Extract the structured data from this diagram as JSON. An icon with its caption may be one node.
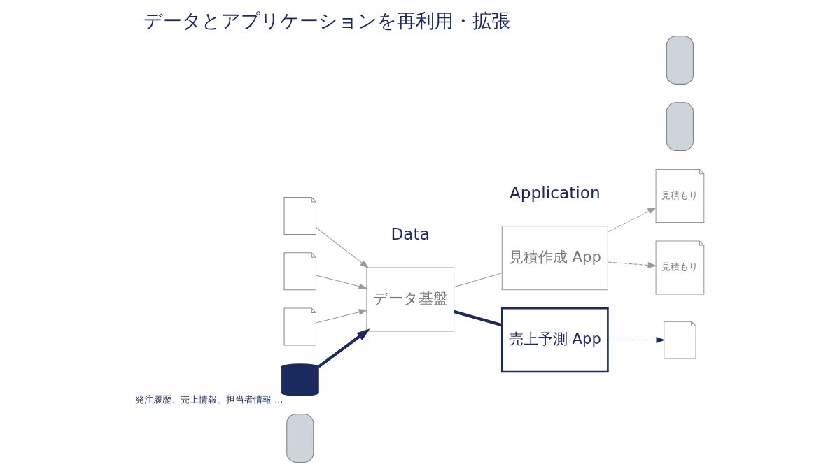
{
  "diagram": {
    "title": "データとアプリケーションを再利用・拡張",
    "nodes": [
      {
        "text": [],
        "shape": "person"
      },
      {
        "text": [],
        "shape": "picture"
      },
      {
        "text": [],
        "shape": "picture"
      },
      {
        "text": [],
        "shape": "picture"
      },
      {
        "text": [],
        "shape": "cylinder",
        "beside": [
          "発注履歴、売上情報、担当者情報 ..."
        ]
      },
      {
        "text": [
          "データ基盤"
        ]
      },
      {
        "text": [
          "見積作成 App"
        ]
      },
      {
        "text": [
          "売上予測 App"
        ]
      },
      {
        "text": [
          "見積もり"
        ]
      },
      {
        "text": [
          "見積もり"
        ]
      },
      {
        "text": [],
        "shape": "picture"
      },
      {
        "text": [],
        "shape": "person"
      },
      {
        "text": [],
        "shape": "person"
      }
    ],
    "edges": [
      {
        "from": 1,
        "to": 5,
        "arrow": "to"
      },
      {
        "from": 2,
        "to": 5,
        "arrow": "to"
      },
      {
        "from": 3,
        "to": 5,
        "arrow": "to"
      },
      {
        "from": 4,
        "to": 5,
        "arrow": "to",
        "style": "thick",
        "color": "#1b2a5e"
      },
      {
        "from": 5,
        "to": 6,
        "arrow": "none"
      },
      {
        "from": 5,
        "to": 7,
        "arrow": "none",
        "style": "thick",
        "color": "#1b2a5e"
      },
      {
        "from": 6,
        "to": 8,
        "arrow": "to",
        "style": "dashed"
      },
      {
        "from": 6,
        "to": 9,
        "arrow": "to",
        "style": "dashed"
      },
      {
        "from": 7,
        "to": 10,
        "arrow": "to",
        "style": "dashed",
        "color": "#1b2a5e"
      }
    ],
    "labels": [
      "Data",
      "Application"
    ]
  }
}
